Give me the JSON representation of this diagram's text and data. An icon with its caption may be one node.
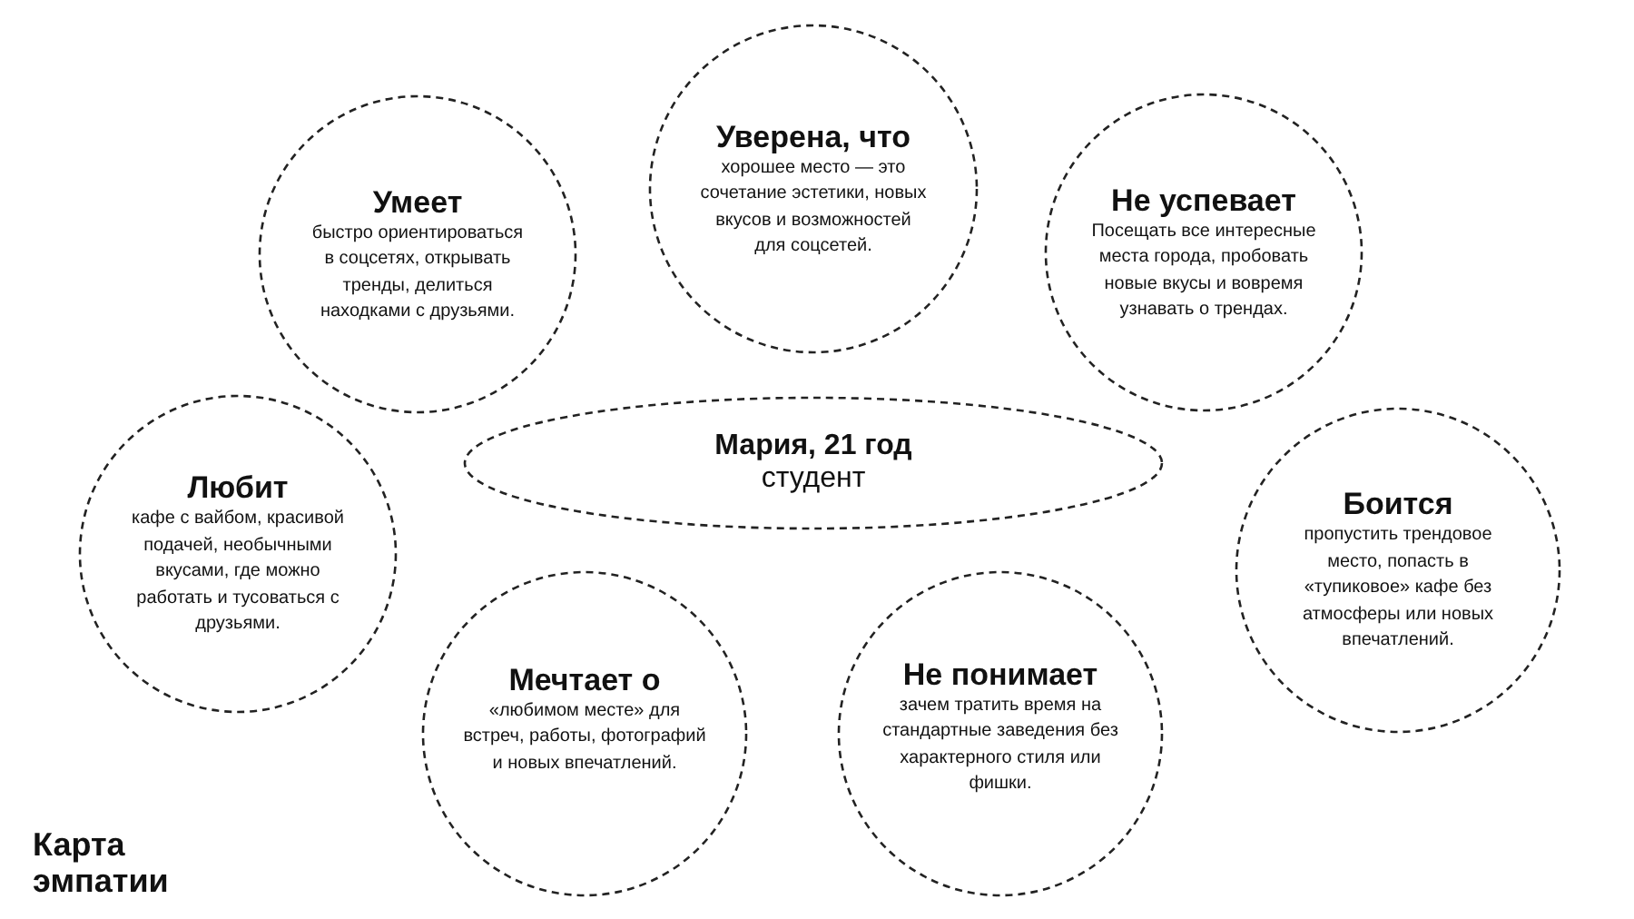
{
  "diagram": {
    "title": "Карта эмпатии",
    "nodes": [
      {
        "text": [
          "Умеет",
          "быстро ориентироваться в соцсетях, открывать тренды, делиться находками с друзьями."
        ]
      },
      {
        "text": [
          "Уверена, что",
          "хорошее место — это сочетание эстетики, новых вкусов и возможностей для соцсетей."
        ]
      },
      {
        "text": [
          "Не успевает",
          "Посещать все интересные места города, пробовать новые вкусы и вовремя узнавать о трендах."
        ]
      },
      {
        "text": [
          "Мария, 21 год",
          "студент"
        ]
      },
      {
        "text": [
          "Любит",
          "кафе с вайбом, красивой подачей, необычными вкусами, где можно работать и тусоваться с друзьями."
        ]
      },
      {
        "text": [
          "Боится",
          "пропустить трендовое место, попасть в «тупиковое» кафе без атмосферы или новых впечатлений."
        ]
      },
      {
        "text": [
          "Мечтает о",
          "«любимом месте» для встреч, работы, фотографий и новых впечатлений."
        ]
      },
      {
        "text": [
          "Не понимает",
          "зачем тратить время на стандартные заведения без характерного стиля или фишки."
        ]
      }
    ]
  }
}
